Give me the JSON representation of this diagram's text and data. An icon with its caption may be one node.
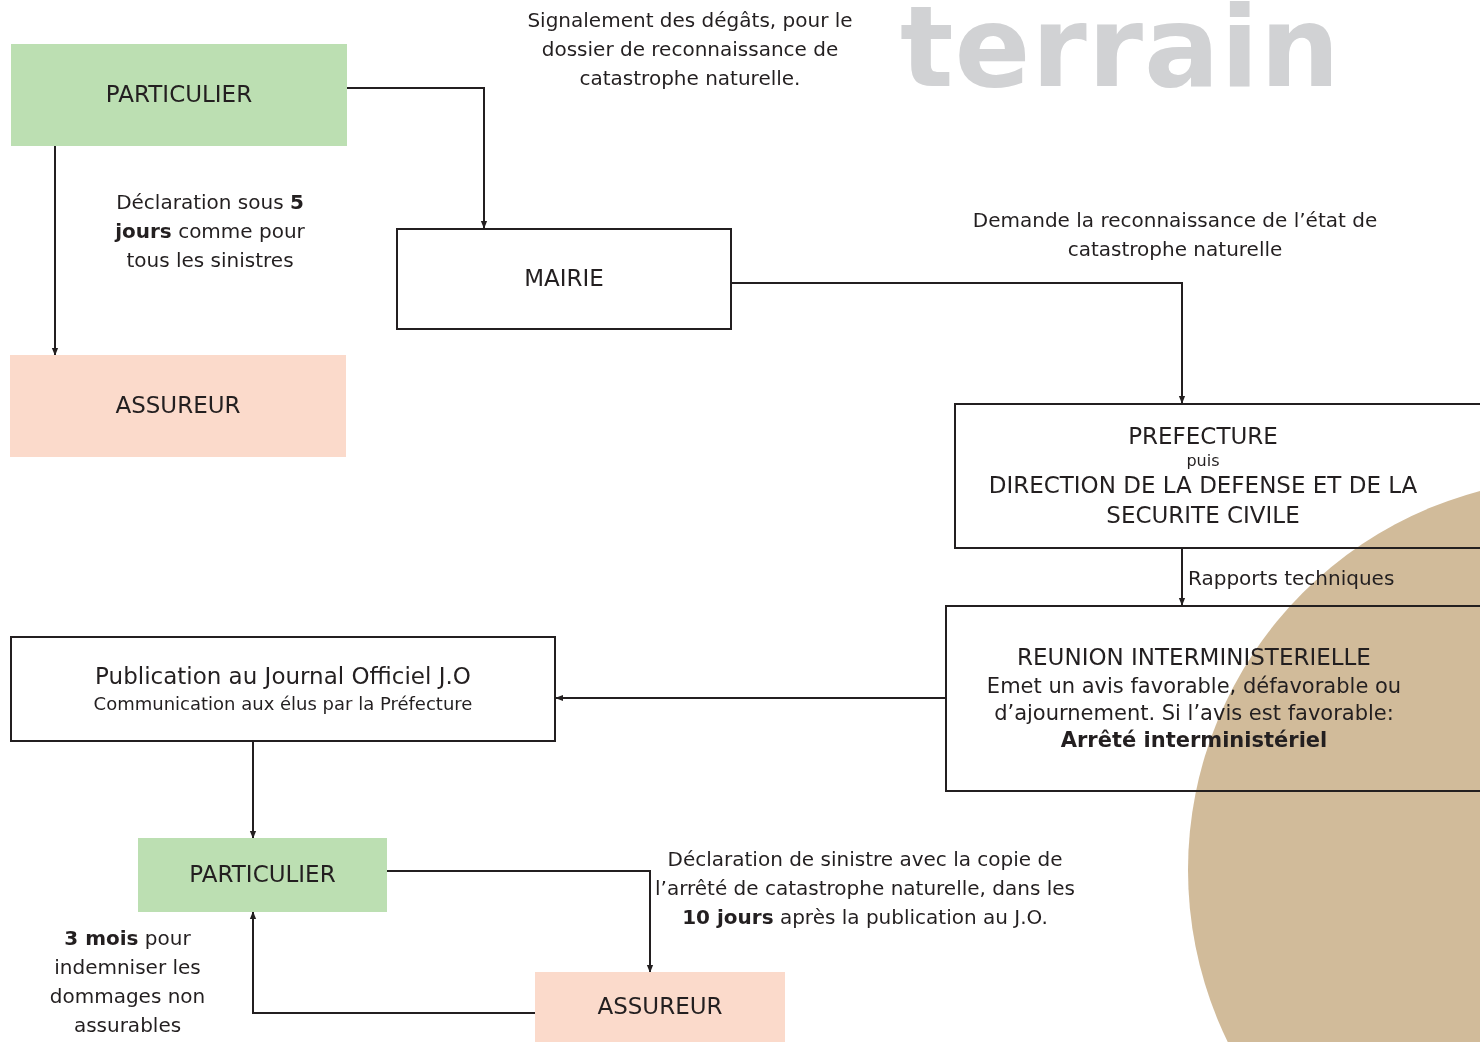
{
  "diagram": {
    "nodes": [
      {
        "text": [
          "PARTICULIER"
        ]
      },
      {
        "text": [
          "MAIRIE"
        ]
      },
      {
        "text": [
          "ASSUREUR"
        ]
      },
      {
        "text": [
          "PREFECTURE",
          "puis",
          "DIRECTION DE LA DEFENSE ET DE LA SECURITE CIVILE"
        ]
      },
      {
        "text": [
          "REUNION INTERMINISTERIELLE",
          "Emet un avis favorable, défavorable ou d’ajournement. Si l’avis est favorable:",
          "Arrêté interministériel"
        ]
      },
      {
        "text": [
          "Publication au Journal Officiel J.O",
          "Communication aux élus par la Préfecture"
        ]
      },
      {
        "text": [
          "PARTICULIER"
        ]
      },
      {
        "text": [
          "ASSUREUR"
        ]
      }
    ],
    "edges": [
      {
        "from": 0,
        "to": 1,
        "arrow": "to",
        "label": "Signalement des dégâts, pour le dossier de reconnaissance de catastrophe naturelle."
      },
      {
        "from": 0,
        "to": 2,
        "arrow": "to",
        "label": "Déclaration sous **5 jours** comme pour tous les sinistres"
      },
      {
        "from": 1,
        "to": 3,
        "arrow": "to",
        "label": "Demande la reconnaissance de l’état de catastrophe naturelle"
      },
      {
        "from": 3,
        "to": 4,
        "arrow": "to",
        "label": "Rapports techniques"
      },
      {
        "from": 4,
        "to": 5,
        "arrow": "to"
      },
      {
        "from": 5,
        "to": 6,
        "arrow": "to"
      },
      {
        "from": 6,
        "to": 7,
        "arrow": "to",
        "label": "Déclaration de sinistre avec la copie de l’arrêté de catastrophe naturelle, dans les **10 jours** après la publication au J.O."
      },
      {
        "from": 7,
        "to": 6,
        "arrow": "to",
        "label": "**3 mois** pour indemniser les dommages non assurables"
      }
    ],
    "labels": [
      "terrain"
    ]
  }
}
